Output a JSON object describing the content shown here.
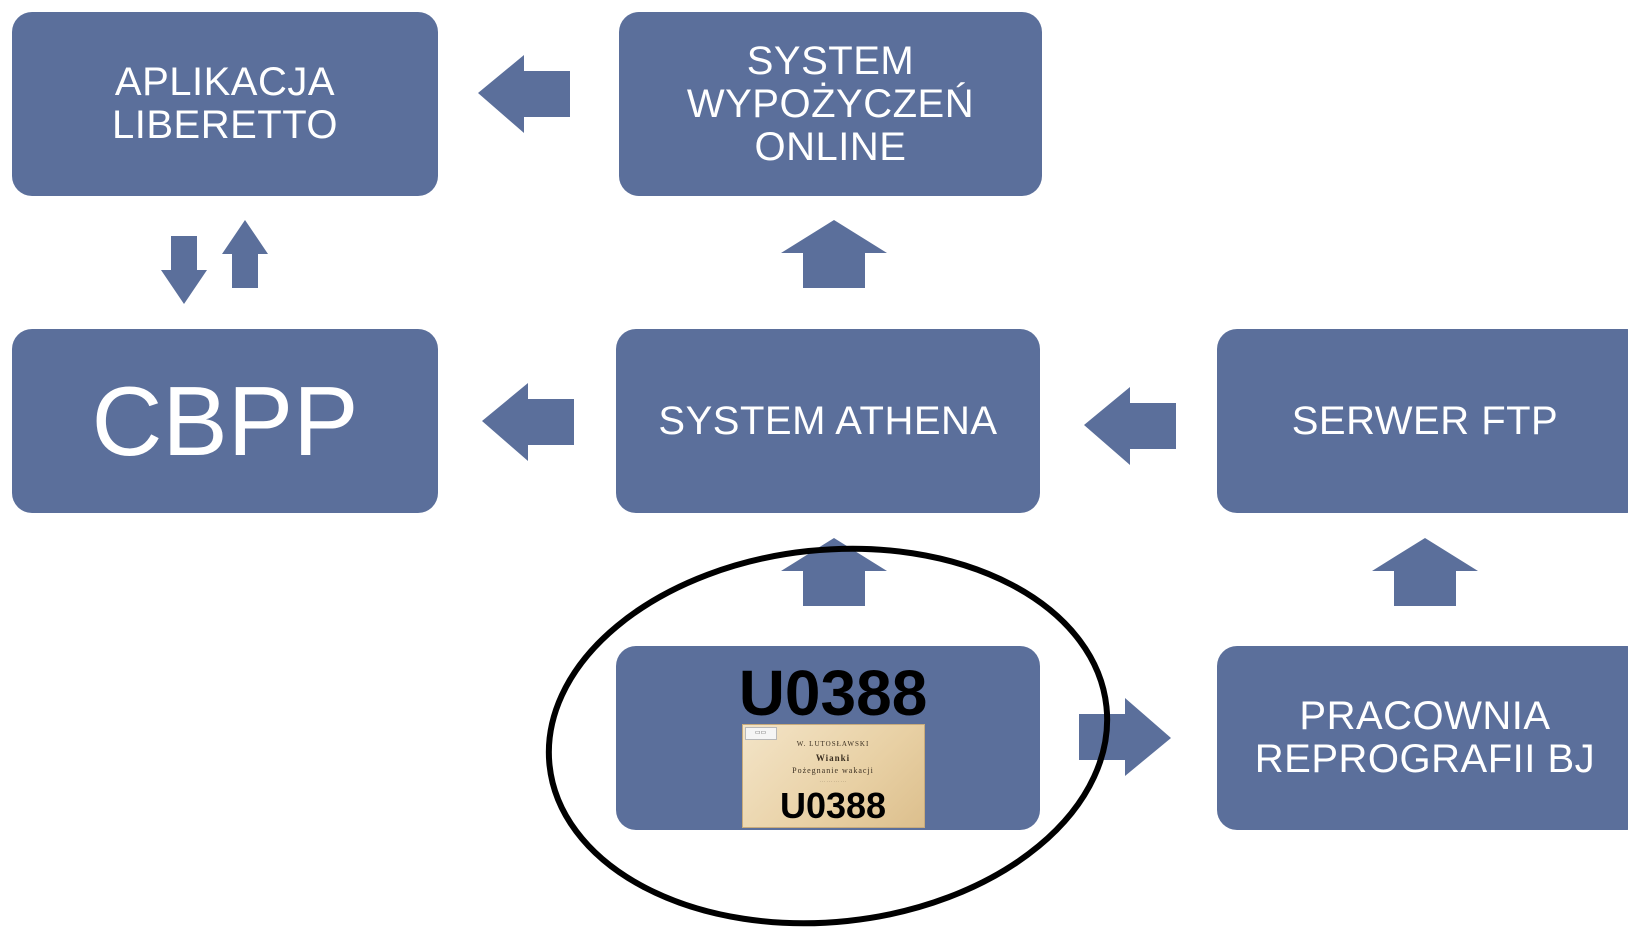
{
  "boxes": {
    "aplikacja": "APLIKACJA\nLIBERETTO",
    "system_wypozyczen": "SYSTEM\nWYPOŻYCZEŃ\nONLINE",
    "cbpp": "CBPP",
    "athena": "SYSTEM ATHENA",
    "ftp": "SERWER FTP",
    "u0388": "U0388",
    "pracownia": "PRACOWNIA\nREPROGRAFII BJ"
  },
  "thumbnail": {
    "author": "W. LUTOSŁAWSKI",
    "title_line1": "Wianki",
    "title_line2": "Pożegnanie wakacji",
    "code": "U0388"
  },
  "colors": {
    "box_fill": "#5b6f9b",
    "box_text": "#ffffff",
    "arrow_fill": "#5b6f9b",
    "ellipse_stroke": "#000000"
  },
  "icons": {
    "arrow_left": "left-arrow-icon",
    "arrow_right": "right-arrow-icon",
    "arrow_up": "up-arrow-icon",
    "arrow_down": "down-arrow-icon"
  }
}
